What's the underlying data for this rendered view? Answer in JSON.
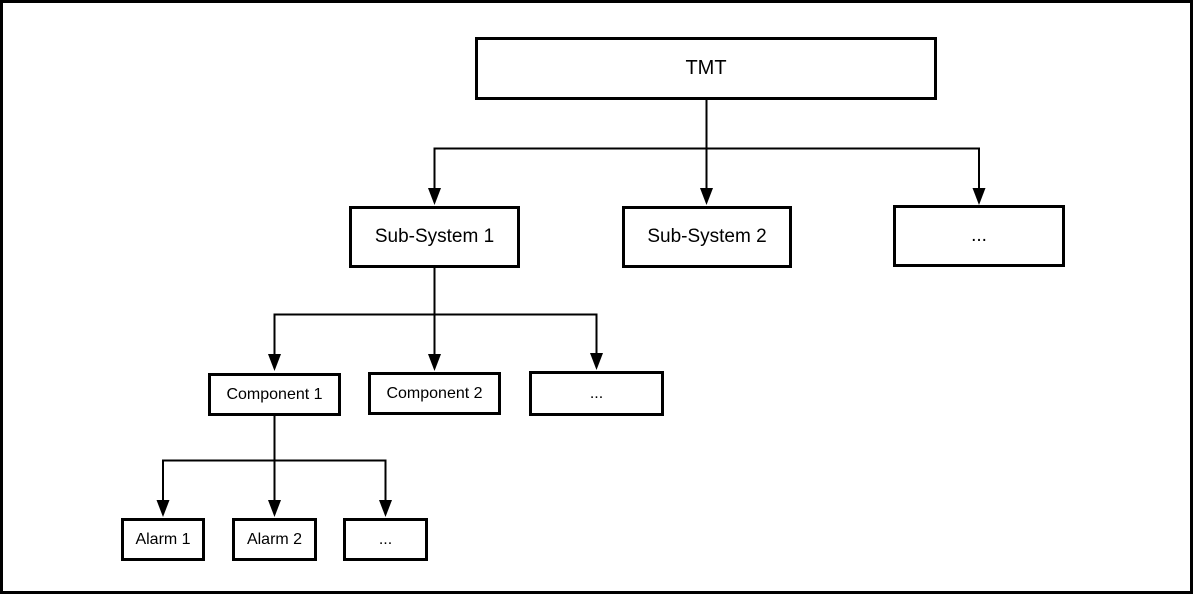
{
  "diagram": {
    "type": "tree",
    "nodes": {
      "root": {
        "label": "TMT"
      },
      "level2": [
        {
          "label": "Sub-System 1"
        },
        {
          "label": "Sub-System 2"
        },
        {
          "label": "..."
        }
      ],
      "level3": [
        {
          "label": "Component 1"
        },
        {
          "label": "Component 2"
        },
        {
          "label": "..."
        }
      ],
      "level4": [
        {
          "label": "Alarm 1"
        },
        {
          "label": "Alarm 2"
        },
        {
          "label": "..."
        }
      ]
    },
    "colors": {
      "background": "#ffffff",
      "line": "#000000",
      "box_border": "#000000",
      "box_fill": "#ffffff",
      "text": "#000000"
    }
  }
}
